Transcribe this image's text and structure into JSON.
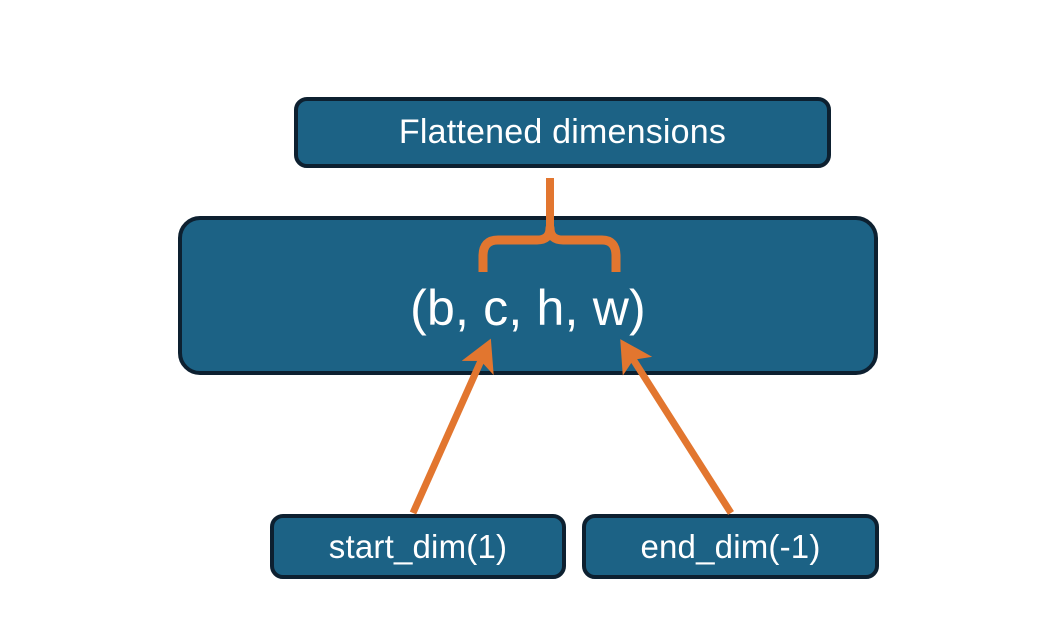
{
  "diagram": {
    "title": "Flatten dimensions diagram",
    "background_color": "#FFFFFF",
    "node_fill_color": "#1C6285",
    "node_border_color": "#0D2030",
    "node_text_color": "#FFFFFF",
    "connector_color": "#E2762F",
    "nodes": {
      "flattened": {
        "label": "Flattened dimensions"
      },
      "shape": {
        "label": "(b, c, h, w)"
      },
      "start_dim": {
        "label": "start_dim(1)"
      },
      "end_dim": {
        "label": "end_dim(-1)"
      }
    },
    "connectors": {
      "brace": {
        "name": "curly-brace-spanning-c-h-w",
        "points_to": "Flattened dimensions"
      },
      "arrow_start": {
        "name": "arrow-start-dim-to-c",
        "from": "start_dim(1)",
        "to": "(b, c, h, w)"
      },
      "arrow_end": {
        "name": "arrow-end-dim-to-w",
        "from": "end_dim(-1)",
        "to": "(b, c, h, w)"
      }
    }
  }
}
